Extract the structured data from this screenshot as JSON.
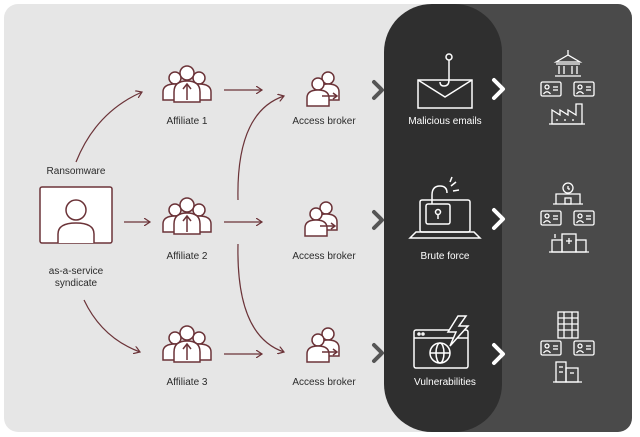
{
  "diagram": {
    "title_top": "Ransomware",
    "title_bottom": "as-a-service syndicate",
    "affiliates": [
      "Affiliate 1",
      "Affiliate 2",
      "Affiliate 3"
    ],
    "brokers": [
      "Access broker",
      "Access broker",
      "Access broker"
    ],
    "methods": [
      "Malicious emails",
      "Brute force",
      "Vulnerabilities"
    ],
    "colors": {
      "accent": "#6b3338",
      "panel_bg": "#e6e6e6",
      "dark_pill": "#2f2f2f",
      "dark_right": "#4a4a4a"
    }
  }
}
